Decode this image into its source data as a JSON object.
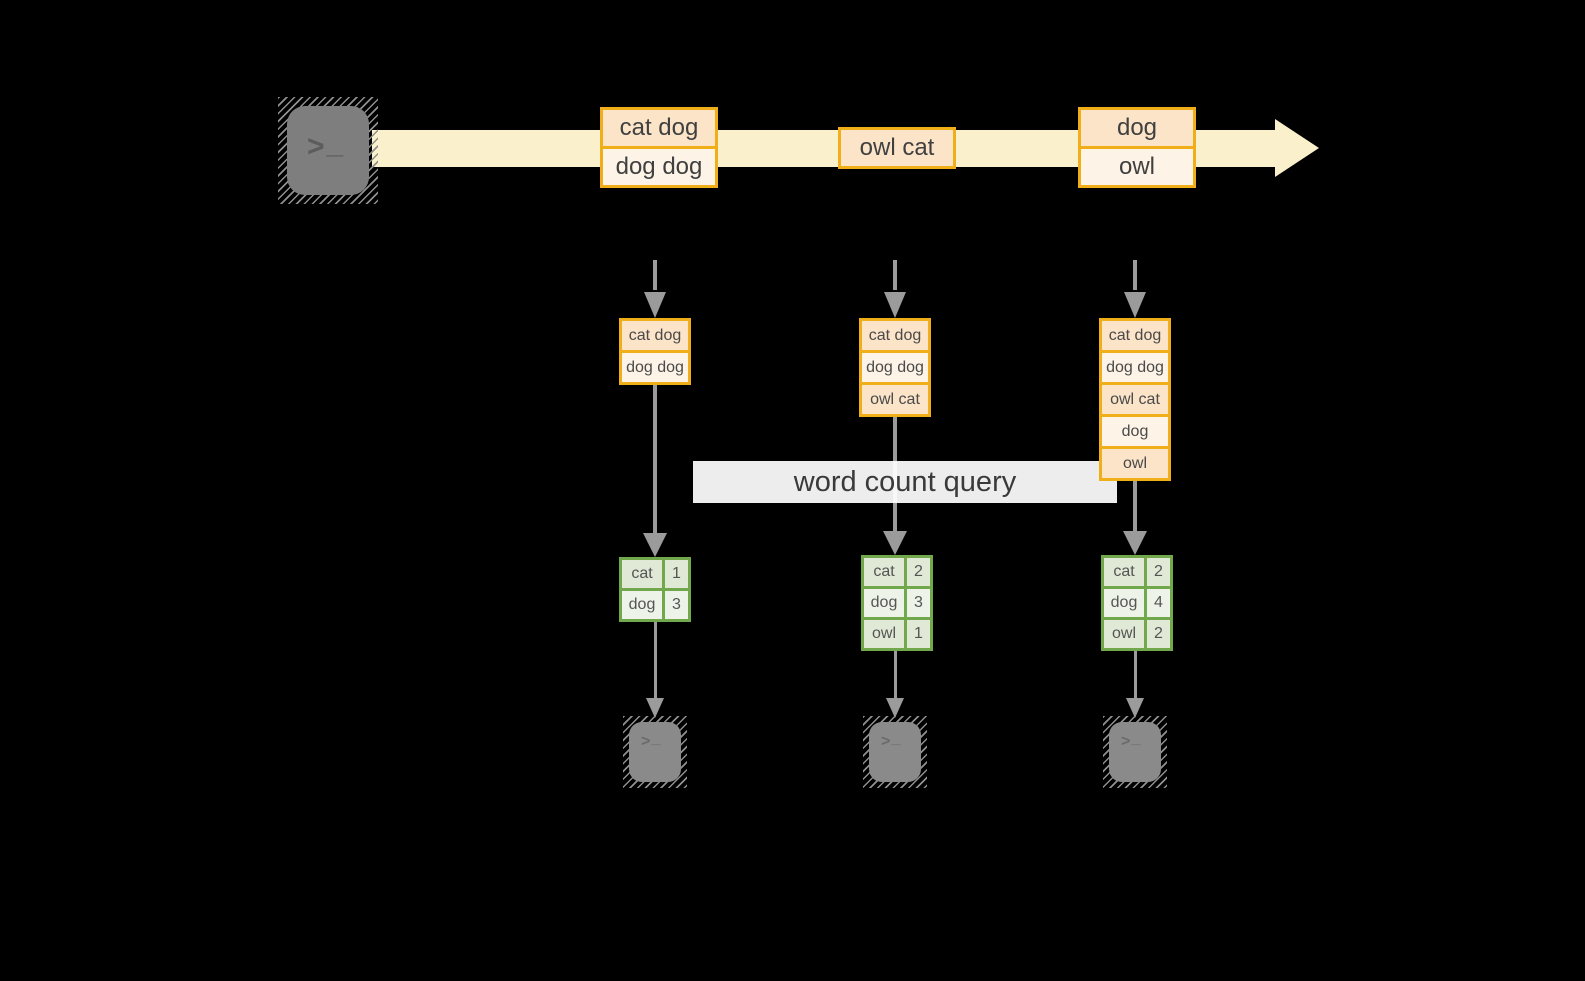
{
  "colors": {
    "background": "#000000",
    "stream_band": "#FAF0CB",
    "event_border": "#F0AE19",
    "event_fill_dark": "#FBE4C8",
    "event_fill_light": "#FDF3E6",
    "result_border": "#70A84B",
    "result_fill_dark": "#DFE9D5",
    "result_fill_light": "#EEF3E9",
    "arrow_gray": "#9B9B9B",
    "terminal_gray": "#7E7E7E"
  },
  "terminal": {
    "prompt": ">",
    "cursor": "_"
  },
  "stream": {
    "batches": [
      {
        "rows": [
          "cat dog",
          "dog dog"
        ]
      },
      {
        "rows": [
          "owl cat"
        ]
      },
      {
        "rows": [
          "dog",
          "owl"
        ]
      }
    ]
  },
  "query_label": "word count query",
  "windows": [
    {
      "input": [
        "cat dog",
        "dog dog"
      ],
      "result": [
        {
          "word": "cat",
          "count": "1"
        },
        {
          "word": "dog",
          "count": "3"
        }
      ]
    },
    {
      "input": [
        "cat dog",
        "dog dog",
        "owl cat"
      ],
      "result": [
        {
          "word": "cat",
          "count": "2"
        },
        {
          "word": "dog",
          "count": "3"
        },
        {
          "word": "owl",
          "count": "1"
        }
      ]
    },
    {
      "input": [
        "cat dog",
        "dog dog",
        "owl cat",
        "dog",
        "owl"
      ],
      "result": [
        {
          "word": "cat",
          "count": "2"
        },
        {
          "word": "dog",
          "count": "4"
        },
        {
          "word": "owl",
          "count": "2"
        }
      ]
    }
  ]
}
